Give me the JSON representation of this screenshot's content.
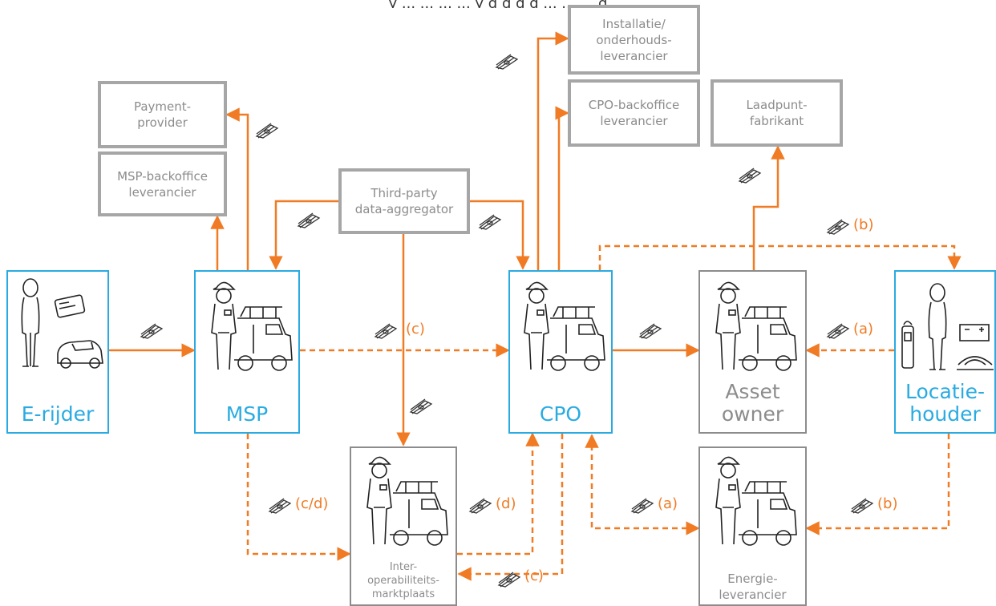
{
  "header_fragment": "y ... ... ... ... y g g g g ... ... ... g",
  "nodes": {
    "e_rijder": "E-rijder",
    "msp": "MSP",
    "cpo": "CPO",
    "asset_owner": "Asset\nowner",
    "locatiehouder": "Locatie-\nhouder",
    "interop": "Inter-\noperabiliteits-\nmarktplaats",
    "energie": "Energie-\nleverancier",
    "payment": "Payment-\nprovider",
    "msp_backoffice": "MSP-backoffice\nleverancier",
    "third_party": "Third-party\ndata-aggregator",
    "installatie": "Installatie/\nonderhouds-\nleverancier",
    "cpo_backoffice": "CPO-backoffice\nleverancier",
    "laadpunt": "Laadpunt-\nfabrikant"
  },
  "annotations": {
    "b_top": "(b)",
    "a_right": "(a)",
    "c_mid": "(c)",
    "cd": "(c/d)",
    "d": "(d)",
    "a_bottom": "(a)",
    "b_bottom": "(b)",
    "c_bottom": "(c)"
  },
  "colors": {
    "arrow": "#f07b24",
    "primary_border": "#29abe2",
    "secondary_border": "#8c8c8c",
    "text_grey": "#8c8c8c"
  }
}
